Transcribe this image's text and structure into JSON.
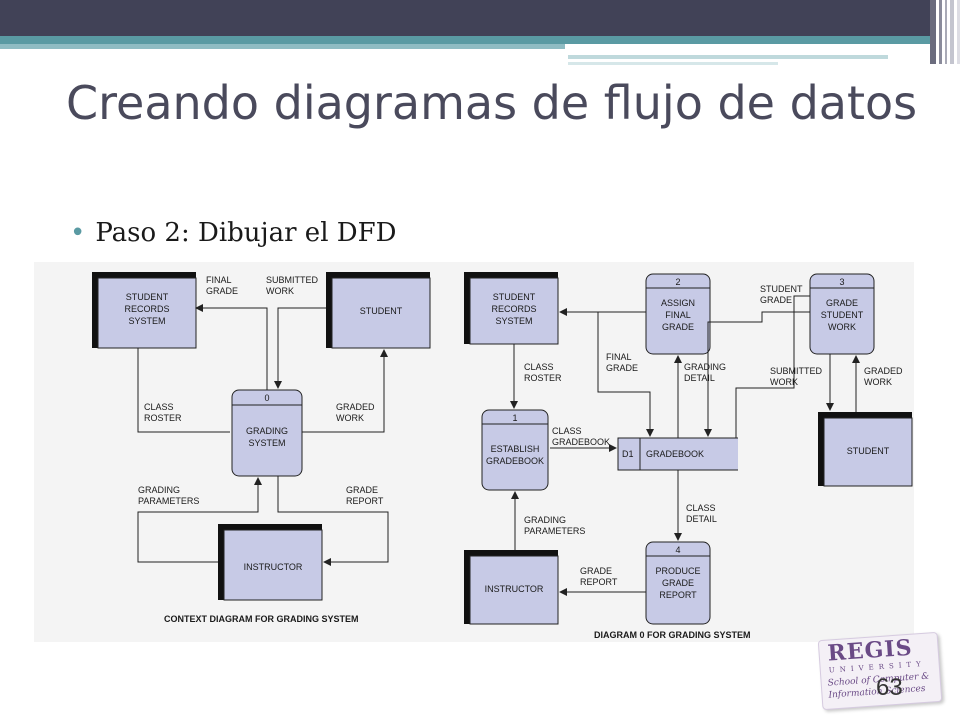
{
  "slide": {
    "title": "Creando diagramas de flujo de datos",
    "bullet": "Paso 2: Dibujar el DFD",
    "page_number": "63"
  },
  "logo": {
    "name": "REGIS",
    "sub": "UNIVERSITY",
    "line1": "School of Computer &",
    "line2": "Information Sciences"
  },
  "context": {
    "student_records_1": "STUDENT",
    "student_records_2": "RECORDS",
    "student_records_3": "SYSTEM",
    "student": "STUDENT",
    "instructor": "INSTRUCTOR",
    "process_number": "0",
    "process_1": "GRADING",
    "process_2": "SYSTEM",
    "final_grade_1": "FINAL",
    "final_grade_2": "GRADE",
    "submitted_work_1": "SUBMITTED",
    "submitted_work_2": "WORK",
    "class_roster_1": "CLASS",
    "class_roster_2": "ROSTER",
    "graded_work_1": "GRADED",
    "graded_work_2": "WORK",
    "grading_params_1": "GRADING",
    "grading_params_2": "PARAMETERS",
    "grade_report_1": "GRADE",
    "grade_report_2": "REPORT",
    "caption": "CONTEXT DIAGRAM FOR GRADING SYSTEM"
  },
  "diagram0": {
    "student_records_1": "STUDENT",
    "student_records_2": "RECORDS",
    "student_records_3": "SYSTEM",
    "p2_number": "2",
    "p2_1": "ASSIGN",
    "p2_2": "FINAL",
    "p2_3": "GRADE",
    "p3_number": "3",
    "p3_1": "GRADE",
    "p3_2": "STUDENT",
    "p3_3": "WORK",
    "student_grade_1": "STUDENT",
    "student_grade_2": "GRADE",
    "class_roster_1": "CLASS",
    "class_roster_2": "ROSTER",
    "final_grade_1": "FINAL",
    "final_grade_2": "GRADE",
    "grading_detail_1": "GRADING",
    "grading_detail_2": "DETAIL",
    "submitted_work_1": "SUBMITTED",
    "submitted_work_2": "WORK",
    "graded_work_1": "GRADED",
    "graded_work_2": "WORK",
    "p1_number": "1",
    "p1_1": "ESTABLISH",
    "p1_2": "GRADEBOOK",
    "class_gradebook_1": "CLASS",
    "class_gradebook_2": "GRADEBOOK",
    "store_id": "D1",
    "store_name": "GRADEBOOK",
    "student": "STUDENT",
    "class_detail_1": "CLASS",
    "class_detail_2": "DETAIL",
    "grading_params_1": "GRADING",
    "grading_params_2": "PARAMETERS",
    "instructor": "INSTRUCTOR",
    "grade_report_1": "GRADE",
    "grade_report_2": "REPORT",
    "p4_number": "4",
    "p4_1": "PRODUCE",
    "p4_2": "GRADE",
    "p4_3": "REPORT",
    "caption": "DIAGRAM 0 FOR GRADING SYSTEM"
  }
}
